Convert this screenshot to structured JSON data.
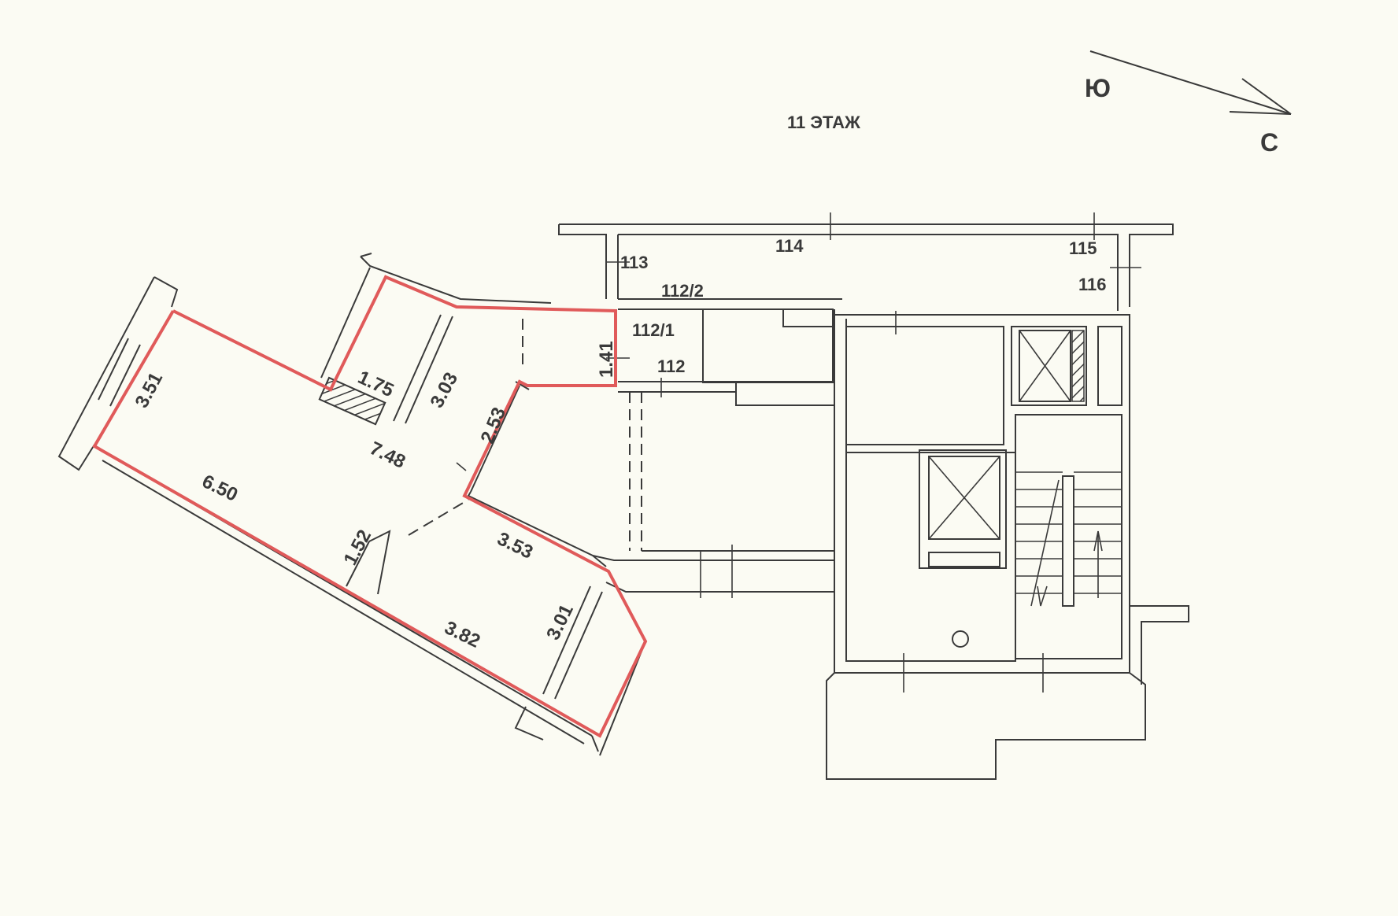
{
  "floor_label": "11 ЭТАЖ",
  "compass": {
    "south": "Ю",
    "north": "С"
  },
  "room_numbers": {
    "r113": "113",
    "r114": "114",
    "r115": "115",
    "r116": "116",
    "r112_2": "112/2",
    "r112_1": "112/1",
    "r112": "112"
  },
  "dimensions": {
    "d351": "3.51",
    "d175": "1.75",
    "d303": "3.03",
    "d253": "2.53",
    "d141": "1.41",
    "d748": "7.48",
    "d650": "6.50",
    "d152": "1.52",
    "d353": "3.53",
    "d301": "3.01",
    "d382": "3.82"
  },
  "colors": {
    "highlight": "#e05a5a",
    "lines": "#3a3a3a",
    "paper": "#fbfbf3"
  }
}
